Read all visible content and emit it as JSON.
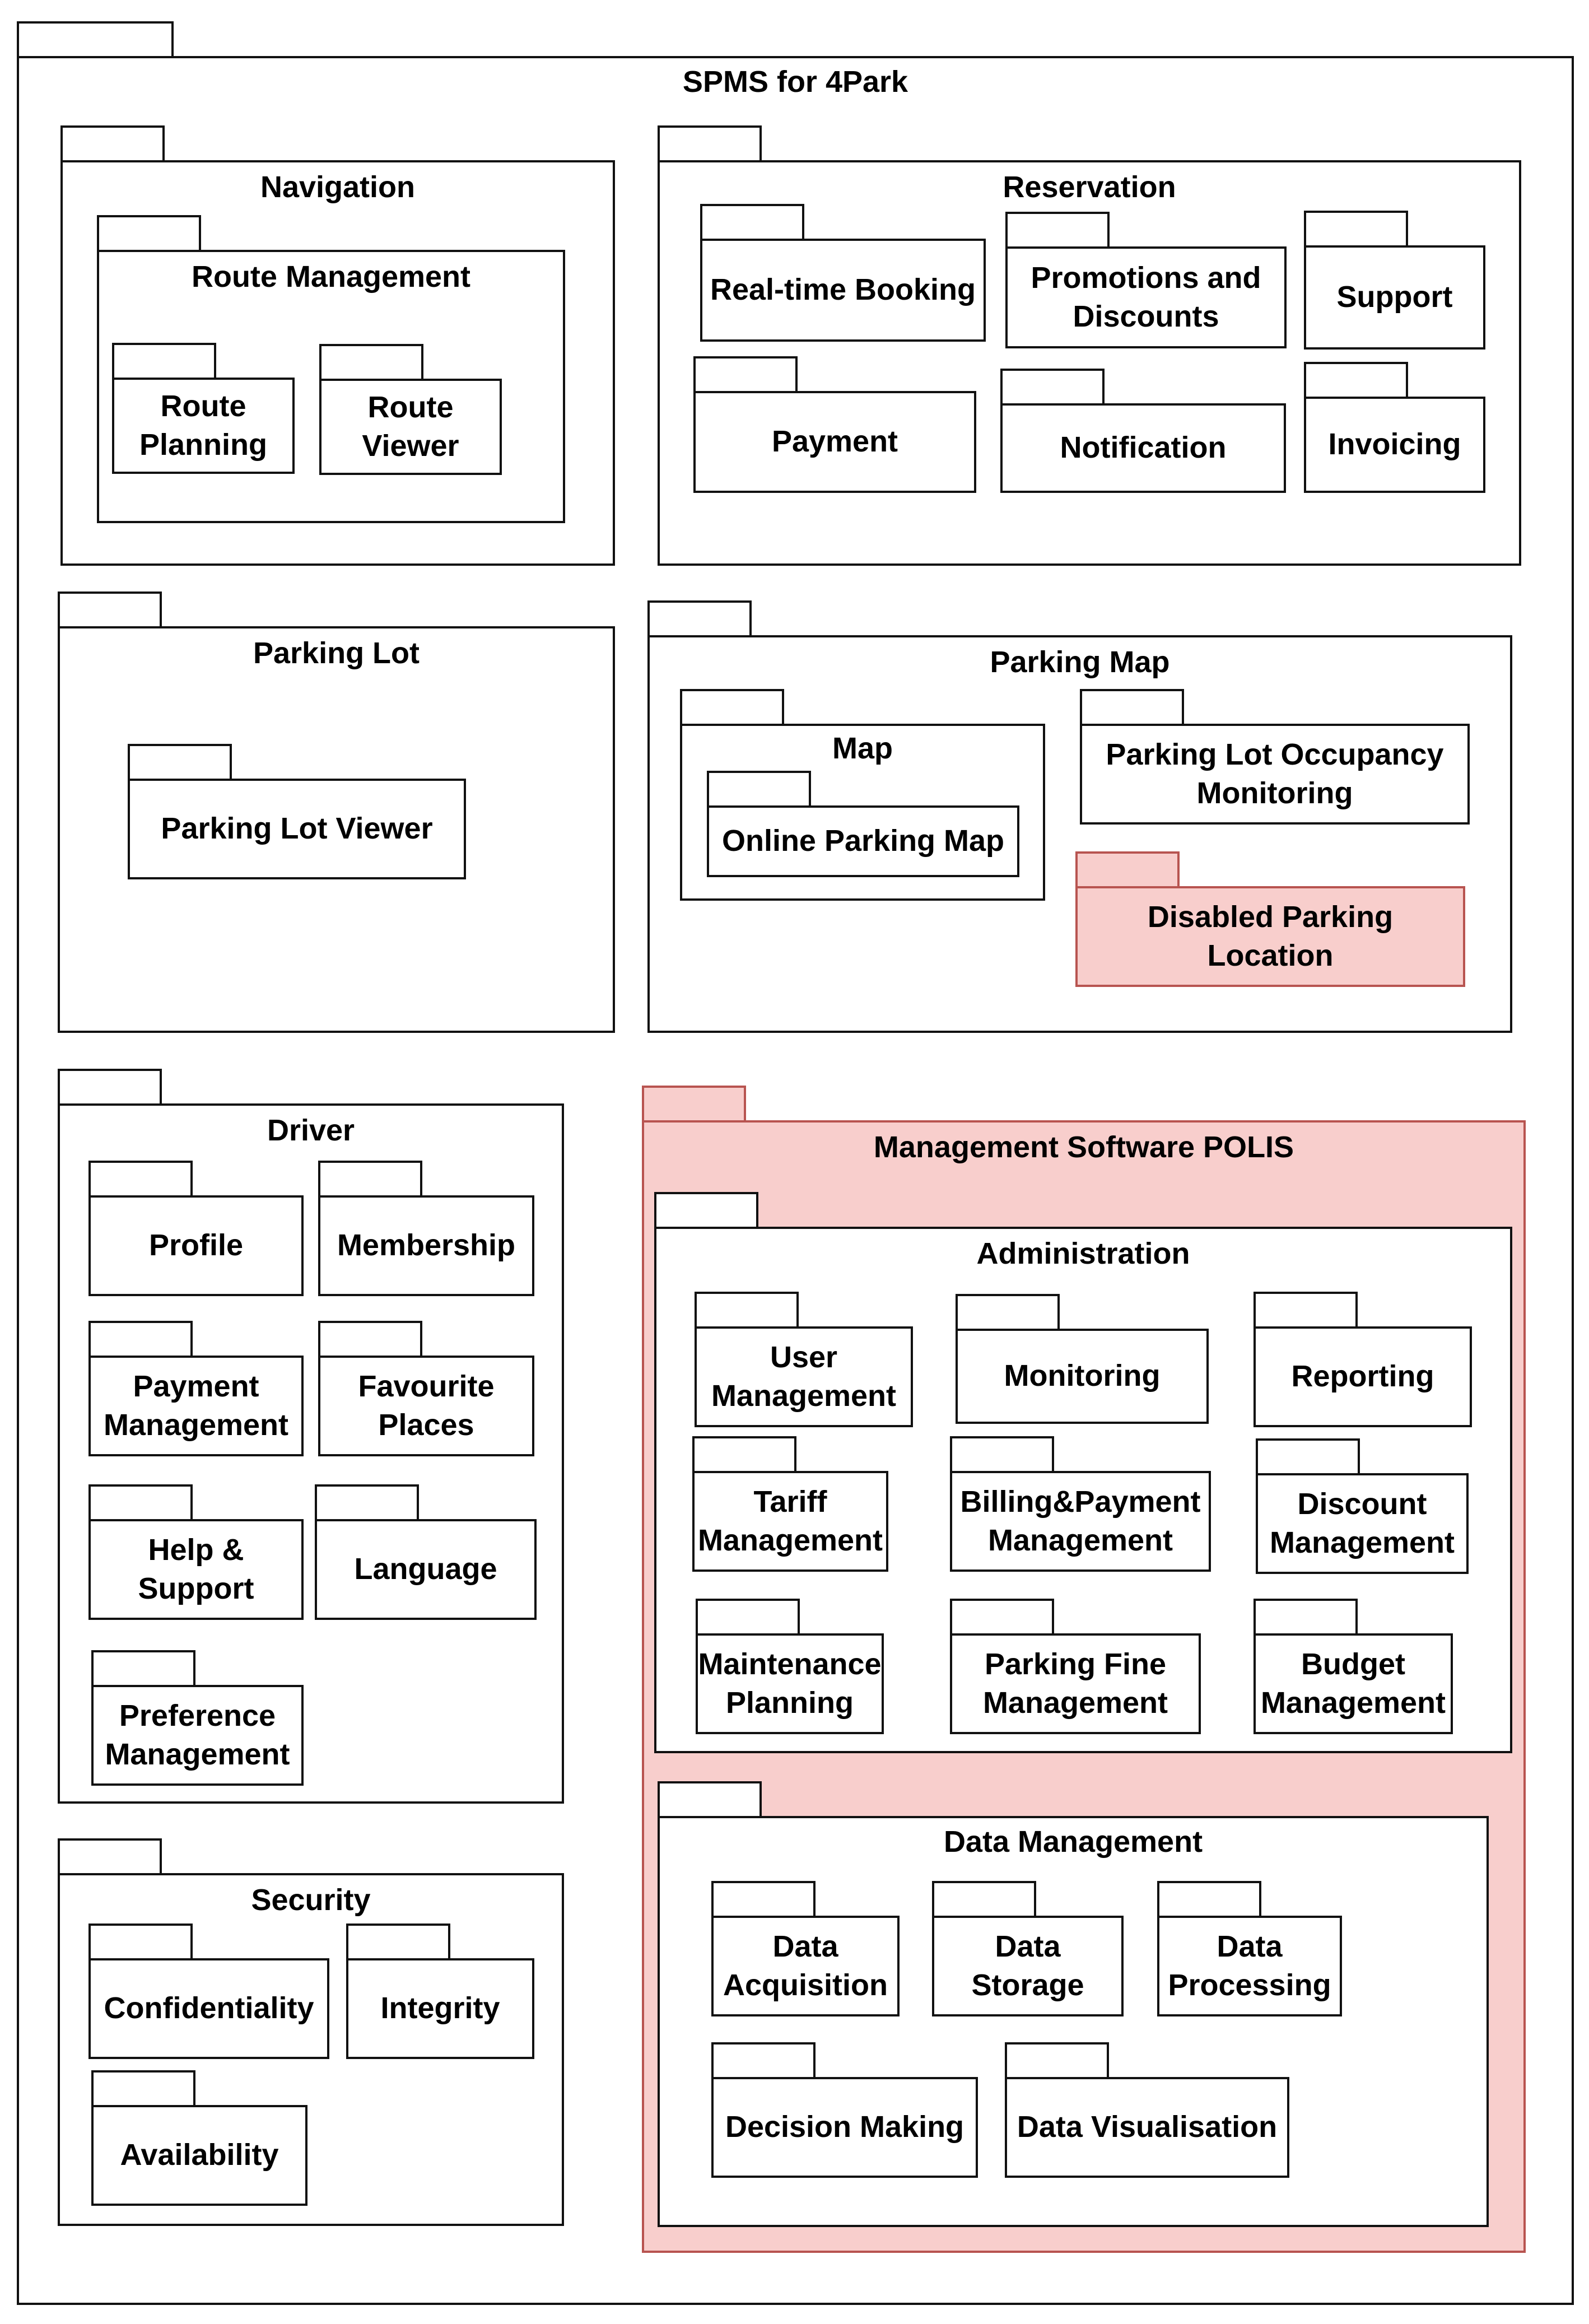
{
  "diagram": {
    "root": "SPMS for 4Park",
    "navigation": {
      "title": "Navigation",
      "route_management": {
        "title": "Route Management",
        "route_planning": "Route\nPlanning",
        "route_viewer": "Route\nViewer"
      }
    },
    "reservation": {
      "title": "Reservation",
      "realtime_booking": "Real-time Booking",
      "promotions": "Promotions and\nDiscounts",
      "support": "Support",
      "payment": "Payment",
      "notification": "Notification",
      "invoicing": "Invoicing"
    },
    "parking_lot": {
      "title": "Parking Lot",
      "viewer": "Parking Lot Viewer"
    },
    "parking_map": {
      "title": "Parking Map",
      "map": {
        "title": "Map",
        "online_map": "Online Parking Map"
      },
      "occupancy": "Parking Lot Occupancy\nMonitoring",
      "disabled": "Disabled Parking\nLocation"
    },
    "driver": {
      "title": "Driver",
      "profile": "Profile",
      "membership": "Membership",
      "payment_mgmt": "Payment\nManagement",
      "favourite": "Favourite\nPlaces",
      "help": "Help &\nSupport",
      "language": "Language",
      "preference": "Preference\nManagement"
    },
    "security": {
      "title": "Security",
      "confidentiality": "Confidentiality",
      "integrity": "Integrity",
      "availability": "Availability"
    },
    "polis": {
      "title": "Management Software POLIS",
      "administration": {
        "title": "Administration",
        "user_mgmt": "User\nManagement",
        "monitoring": "Monitoring",
        "reporting": "Reporting",
        "tariff": "Tariff\nManagement",
        "billing": "Billing&Payment\nManagement",
        "discount": "Discount\nManagement",
        "maintenance": "Maintenance\nPlanning",
        "fine": "Parking Fine\nManagement",
        "budget": "Budget\nManagement"
      },
      "data_management": {
        "title": "Data Management",
        "acquisition": "Data\nAcquisition",
        "storage": "Data\nStorage",
        "processing": "Data\nProcessing",
        "decision": "Decision Making",
        "visualisation": "Data Visualisation"
      }
    }
  },
  "colors": {
    "outline": "#111111",
    "highlight_fill": "#f8cecc",
    "highlight_border": "#b85450"
  }
}
